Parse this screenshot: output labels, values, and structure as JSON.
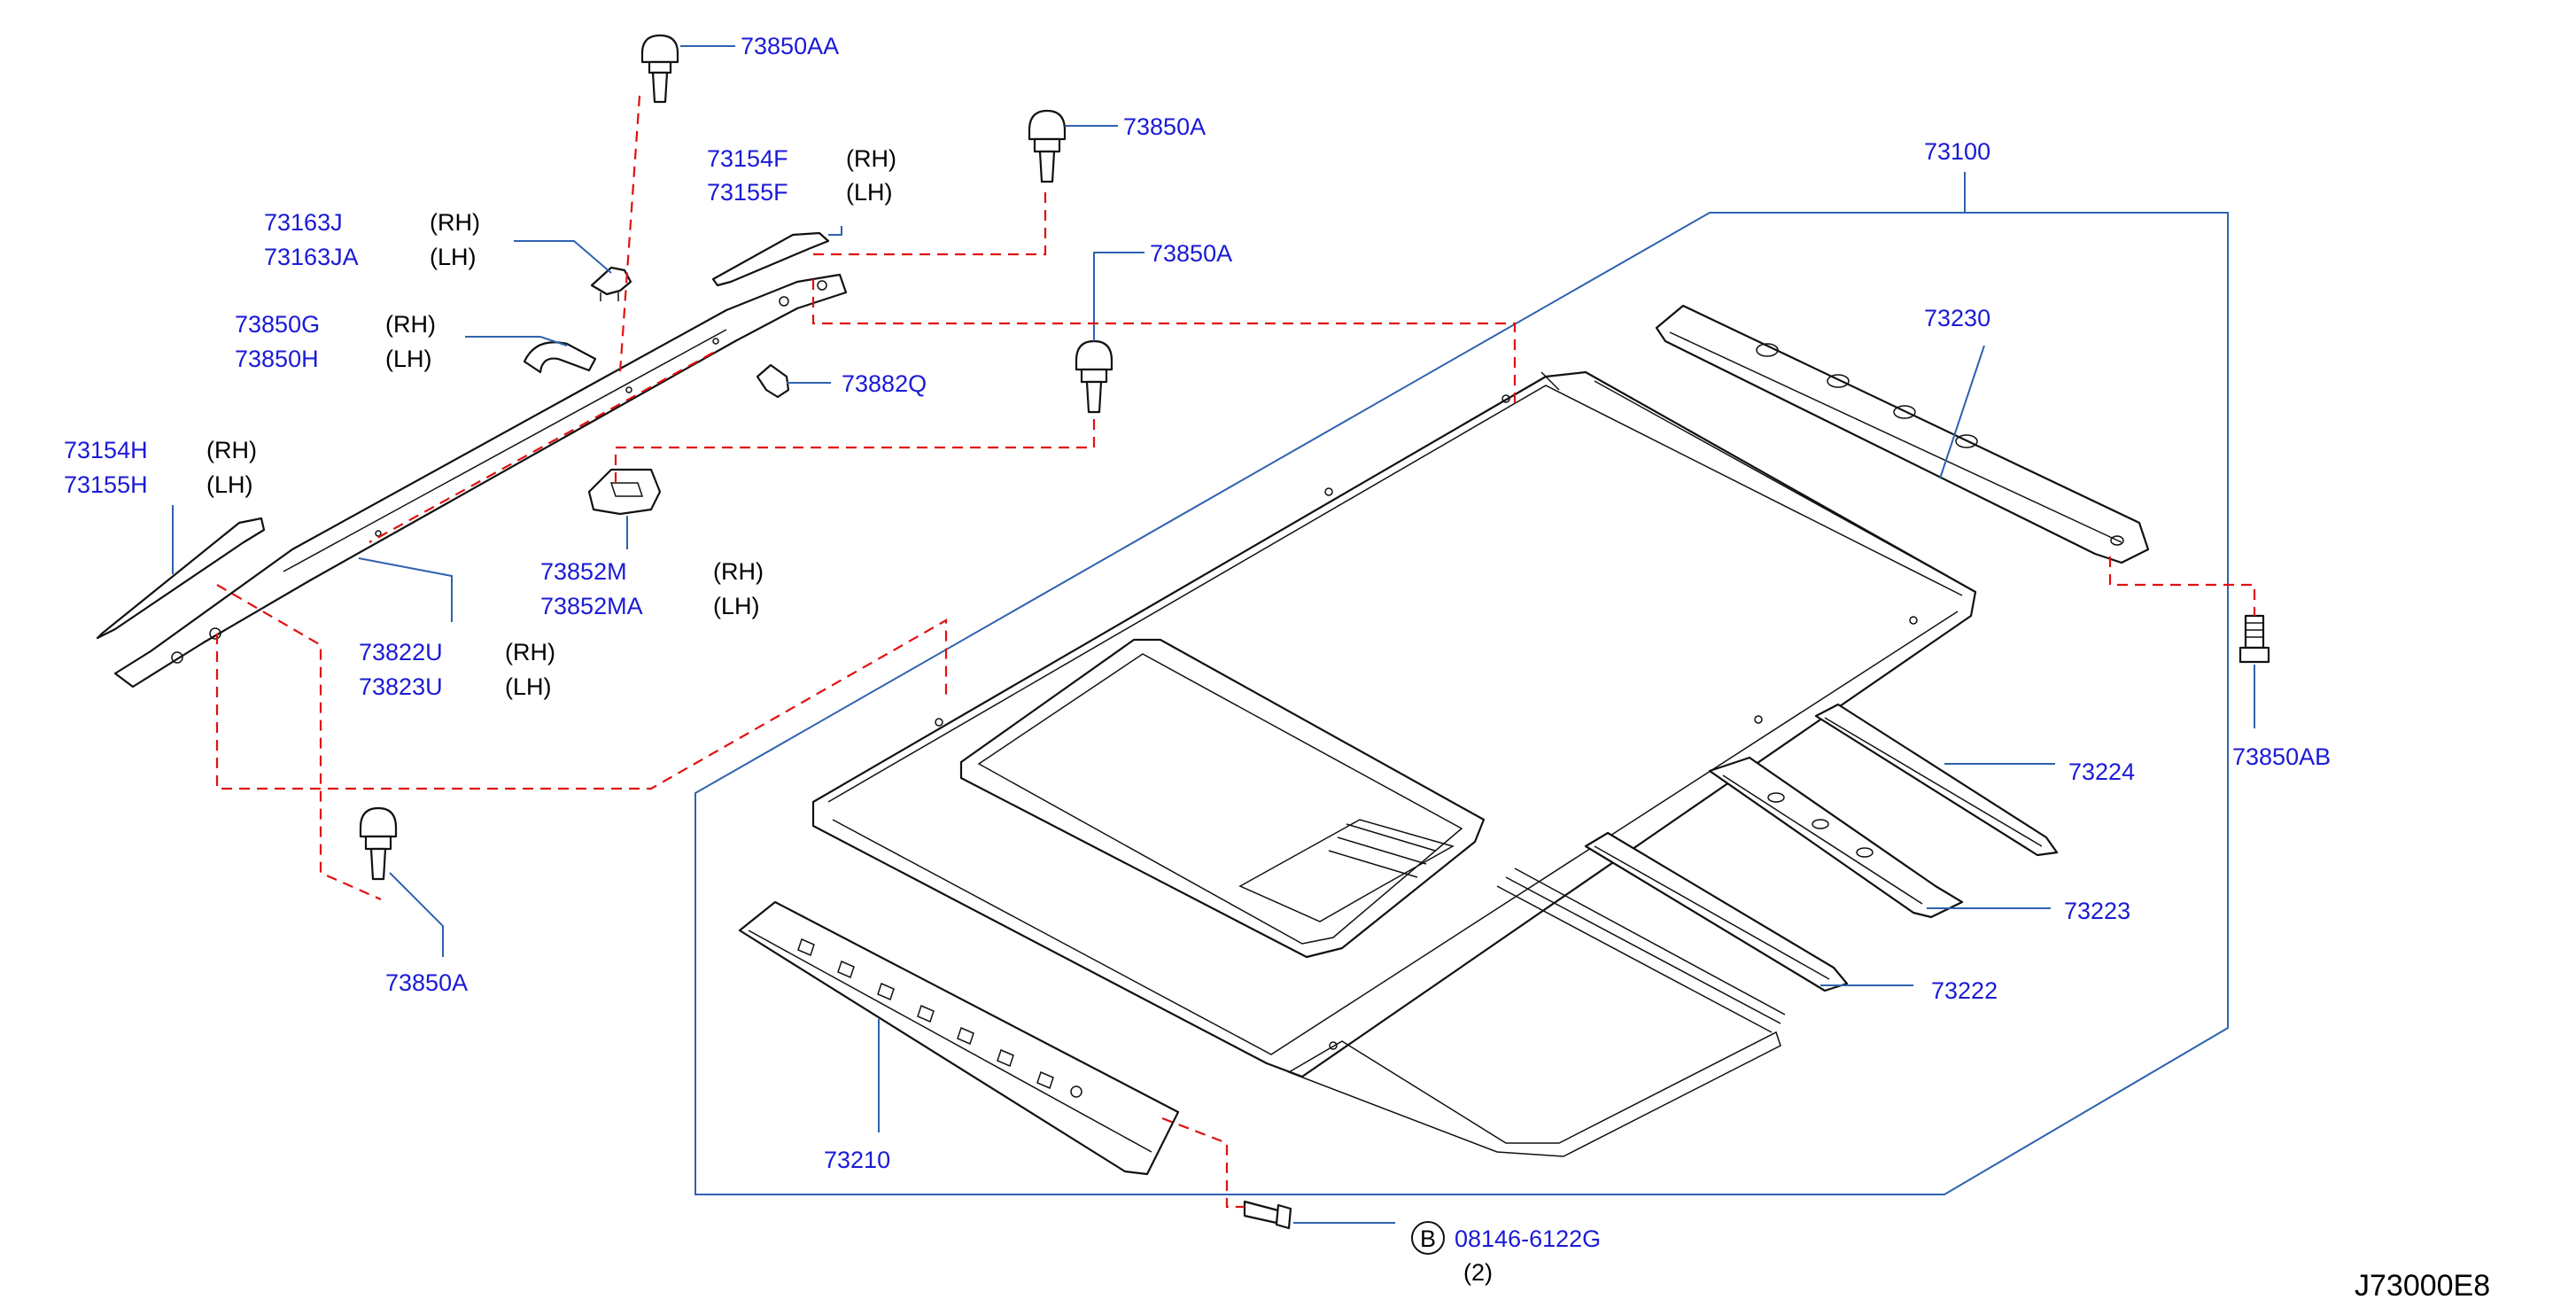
{
  "diagram_id": "J73000E8",
  "callouts": {
    "p_73850AA": "73850AA",
    "p_73850A_top": "73850A",
    "p_73850A_mid": "73850A",
    "p_73850A_low": "73850A",
    "p_73154F": "73154F",
    "p_73155F": "73155F",
    "p_73163J": "73163J",
    "p_73163JA": "73163JA",
    "p_73850G": "73850G",
    "p_73850H": "73850H",
    "p_73882Q": "73882Q",
    "p_73154H": "73154H",
    "p_73155H": "73155H",
    "p_73852M": "73852M",
    "p_73852MA": "73852MA",
    "p_73822U": "73822U",
    "p_73823U": "73823U",
    "p_73100": "73100",
    "p_73230": "73230",
    "p_73850AB": "73850AB",
    "p_73224": "73224",
    "p_73223": "73223",
    "p_73222": "73222",
    "p_73210": "73210",
    "p_08146": "08146-6122G"
  },
  "sides": {
    "rh": "(RH)",
    "lh": "(LH)"
  },
  "bolt": {
    "marker": "B",
    "quantity": "(2)"
  }
}
